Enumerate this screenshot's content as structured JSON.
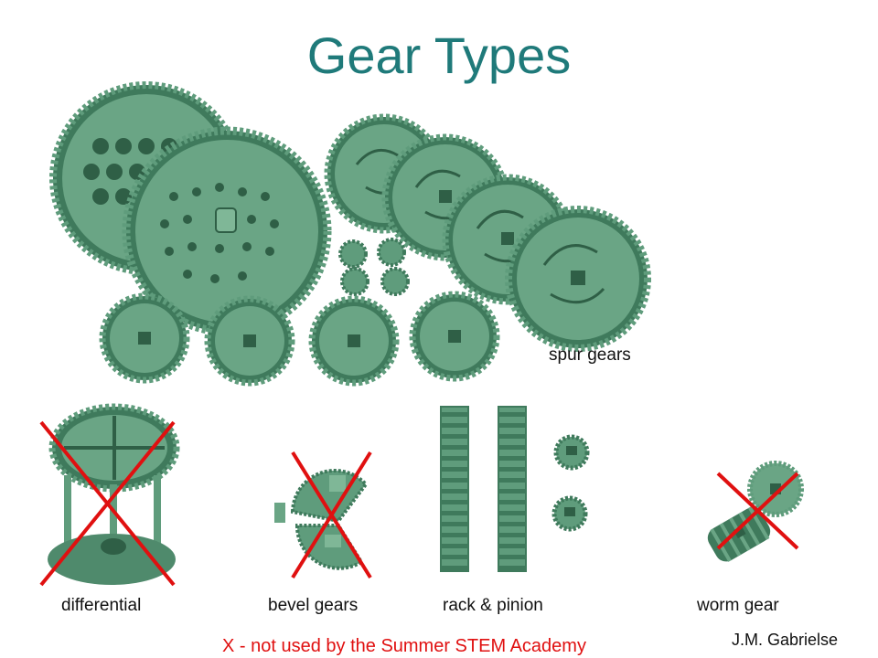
{
  "slide": {
    "title": "Gear Types",
    "labels": {
      "spur": "spur gears",
      "differential": "differential",
      "bevel": "bevel gears",
      "rack": "rack & pinion",
      "worm": "worm gear"
    },
    "note": "X - not used by the Summer STEM Academy",
    "author": "J.M. Gabrielse"
  },
  "colors": {
    "title": "#1f7a7a",
    "gear": "#5f9c7c",
    "gear_dark": "#3f7a5c",
    "cross": "#e01010"
  }
}
